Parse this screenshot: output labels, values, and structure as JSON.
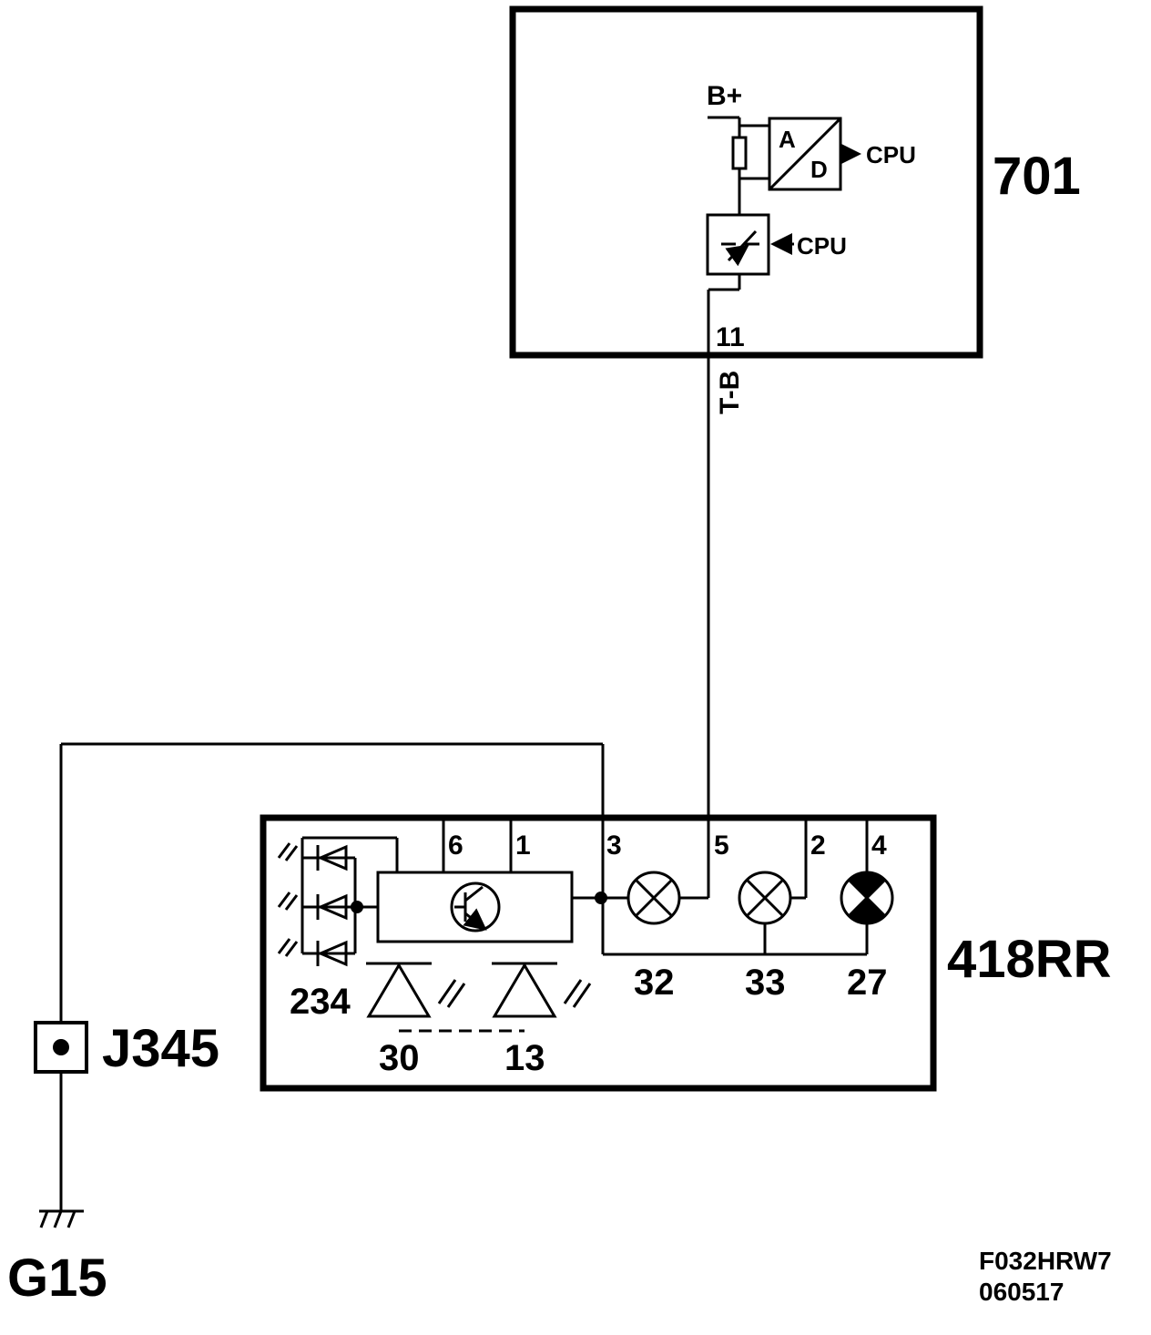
{
  "modules": {
    "m701": {
      "label": "701"
    },
    "m418": {
      "label": "418RR"
    }
  },
  "module701": {
    "supply_label": "B+",
    "adc_top": "A",
    "adc_bottom": "D",
    "cpu_out": "CPU",
    "cpu_in": "CPU",
    "pin_11": "11"
  },
  "wire": {
    "label": "T-B"
  },
  "module418": {
    "pins": {
      "p6": "6",
      "p1": "1",
      "p3": "3",
      "p5": "5",
      "p2": "2",
      "p4": "4",
      "p234": "234",
      "p30": "30",
      "p13": "13",
      "p32": "32",
      "p33": "33",
      "p27": "27"
    }
  },
  "connector": {
    "label": "J345"
  },
  "ground": {
    "label": "G15"
  },
  "reference": {
    "code": "F032HRW7",
    "date": "060517"
  },
  "colors": {
    "ink": "#000000",
    "background": "#ffffff"
  }
}
